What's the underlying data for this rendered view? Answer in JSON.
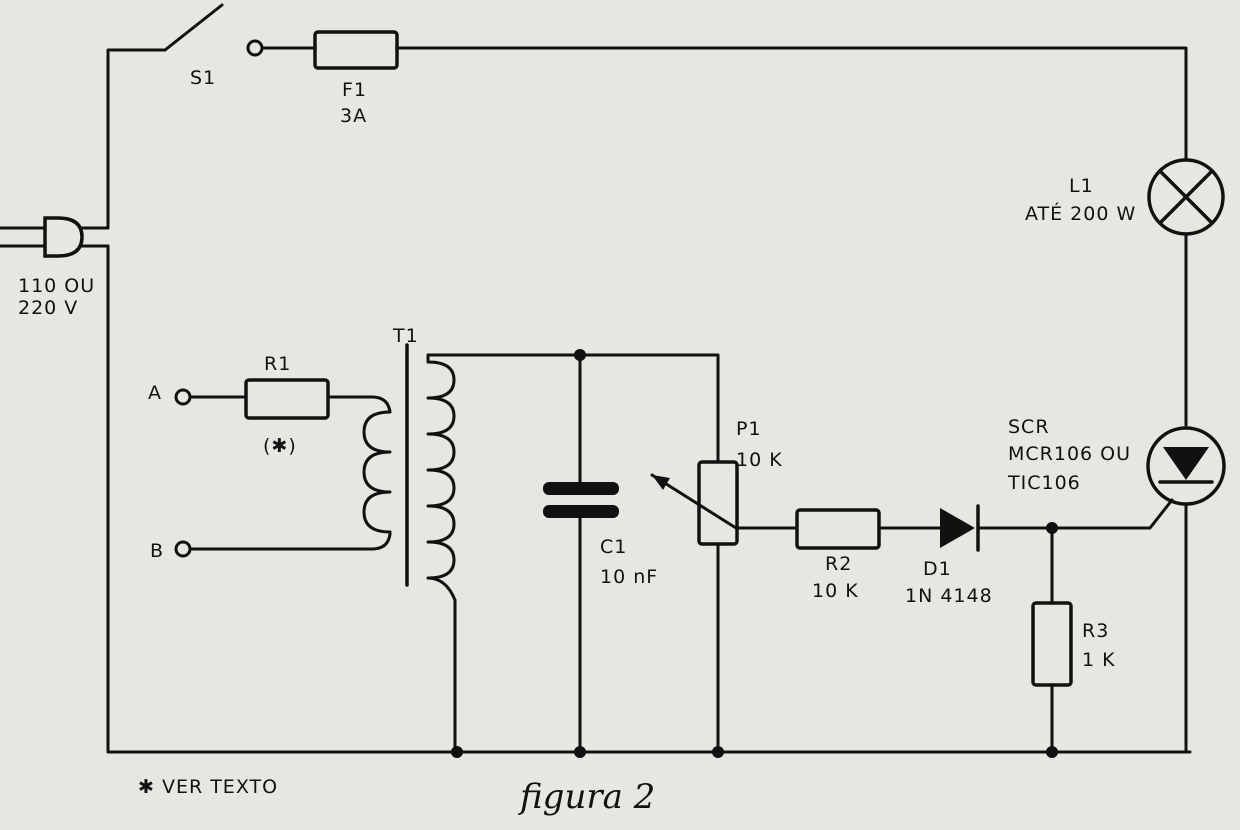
{
  "diagram": {
    "caption": "figura 2",
    "footnote": "✱ VER TEXTO",
    "power": {
      "line1": "110  OU",
      "line2": "220  V"
    },
    "switch": {
      "label": "S1"
    },
    "fuse": {
      "label": "F1",
      "value": "3A"
    },
    "lamp": {
      "label": "L1",
      "value": "ATÉ 200 W"
    },
    "terminals": {
      "a": "A",
      "b": "B"
    },
    "r1": {
      "label": "R1",
      "note": "(✱)"
    },
    "t1": {
      "label": "T1"
    },
    "c1": {
      "label": "C1",
      "value": "10 nF"
    },
    "p1": {
      "label": "P1",
      "value": "10 K"
    },
    "r2": {
      "label": "R2",
      "value": "10 K"
    },
    "d1": {
      "label": "D1",
      "value": "1N 4148"
    },
    "r3": {
      "label": "R3",
      "value": "1 K"
    },
    "scr": {
      "line1": "SCR",
      "line2": "MCR106  OU",
      "line3": "TIC106"
    }
  }
}
